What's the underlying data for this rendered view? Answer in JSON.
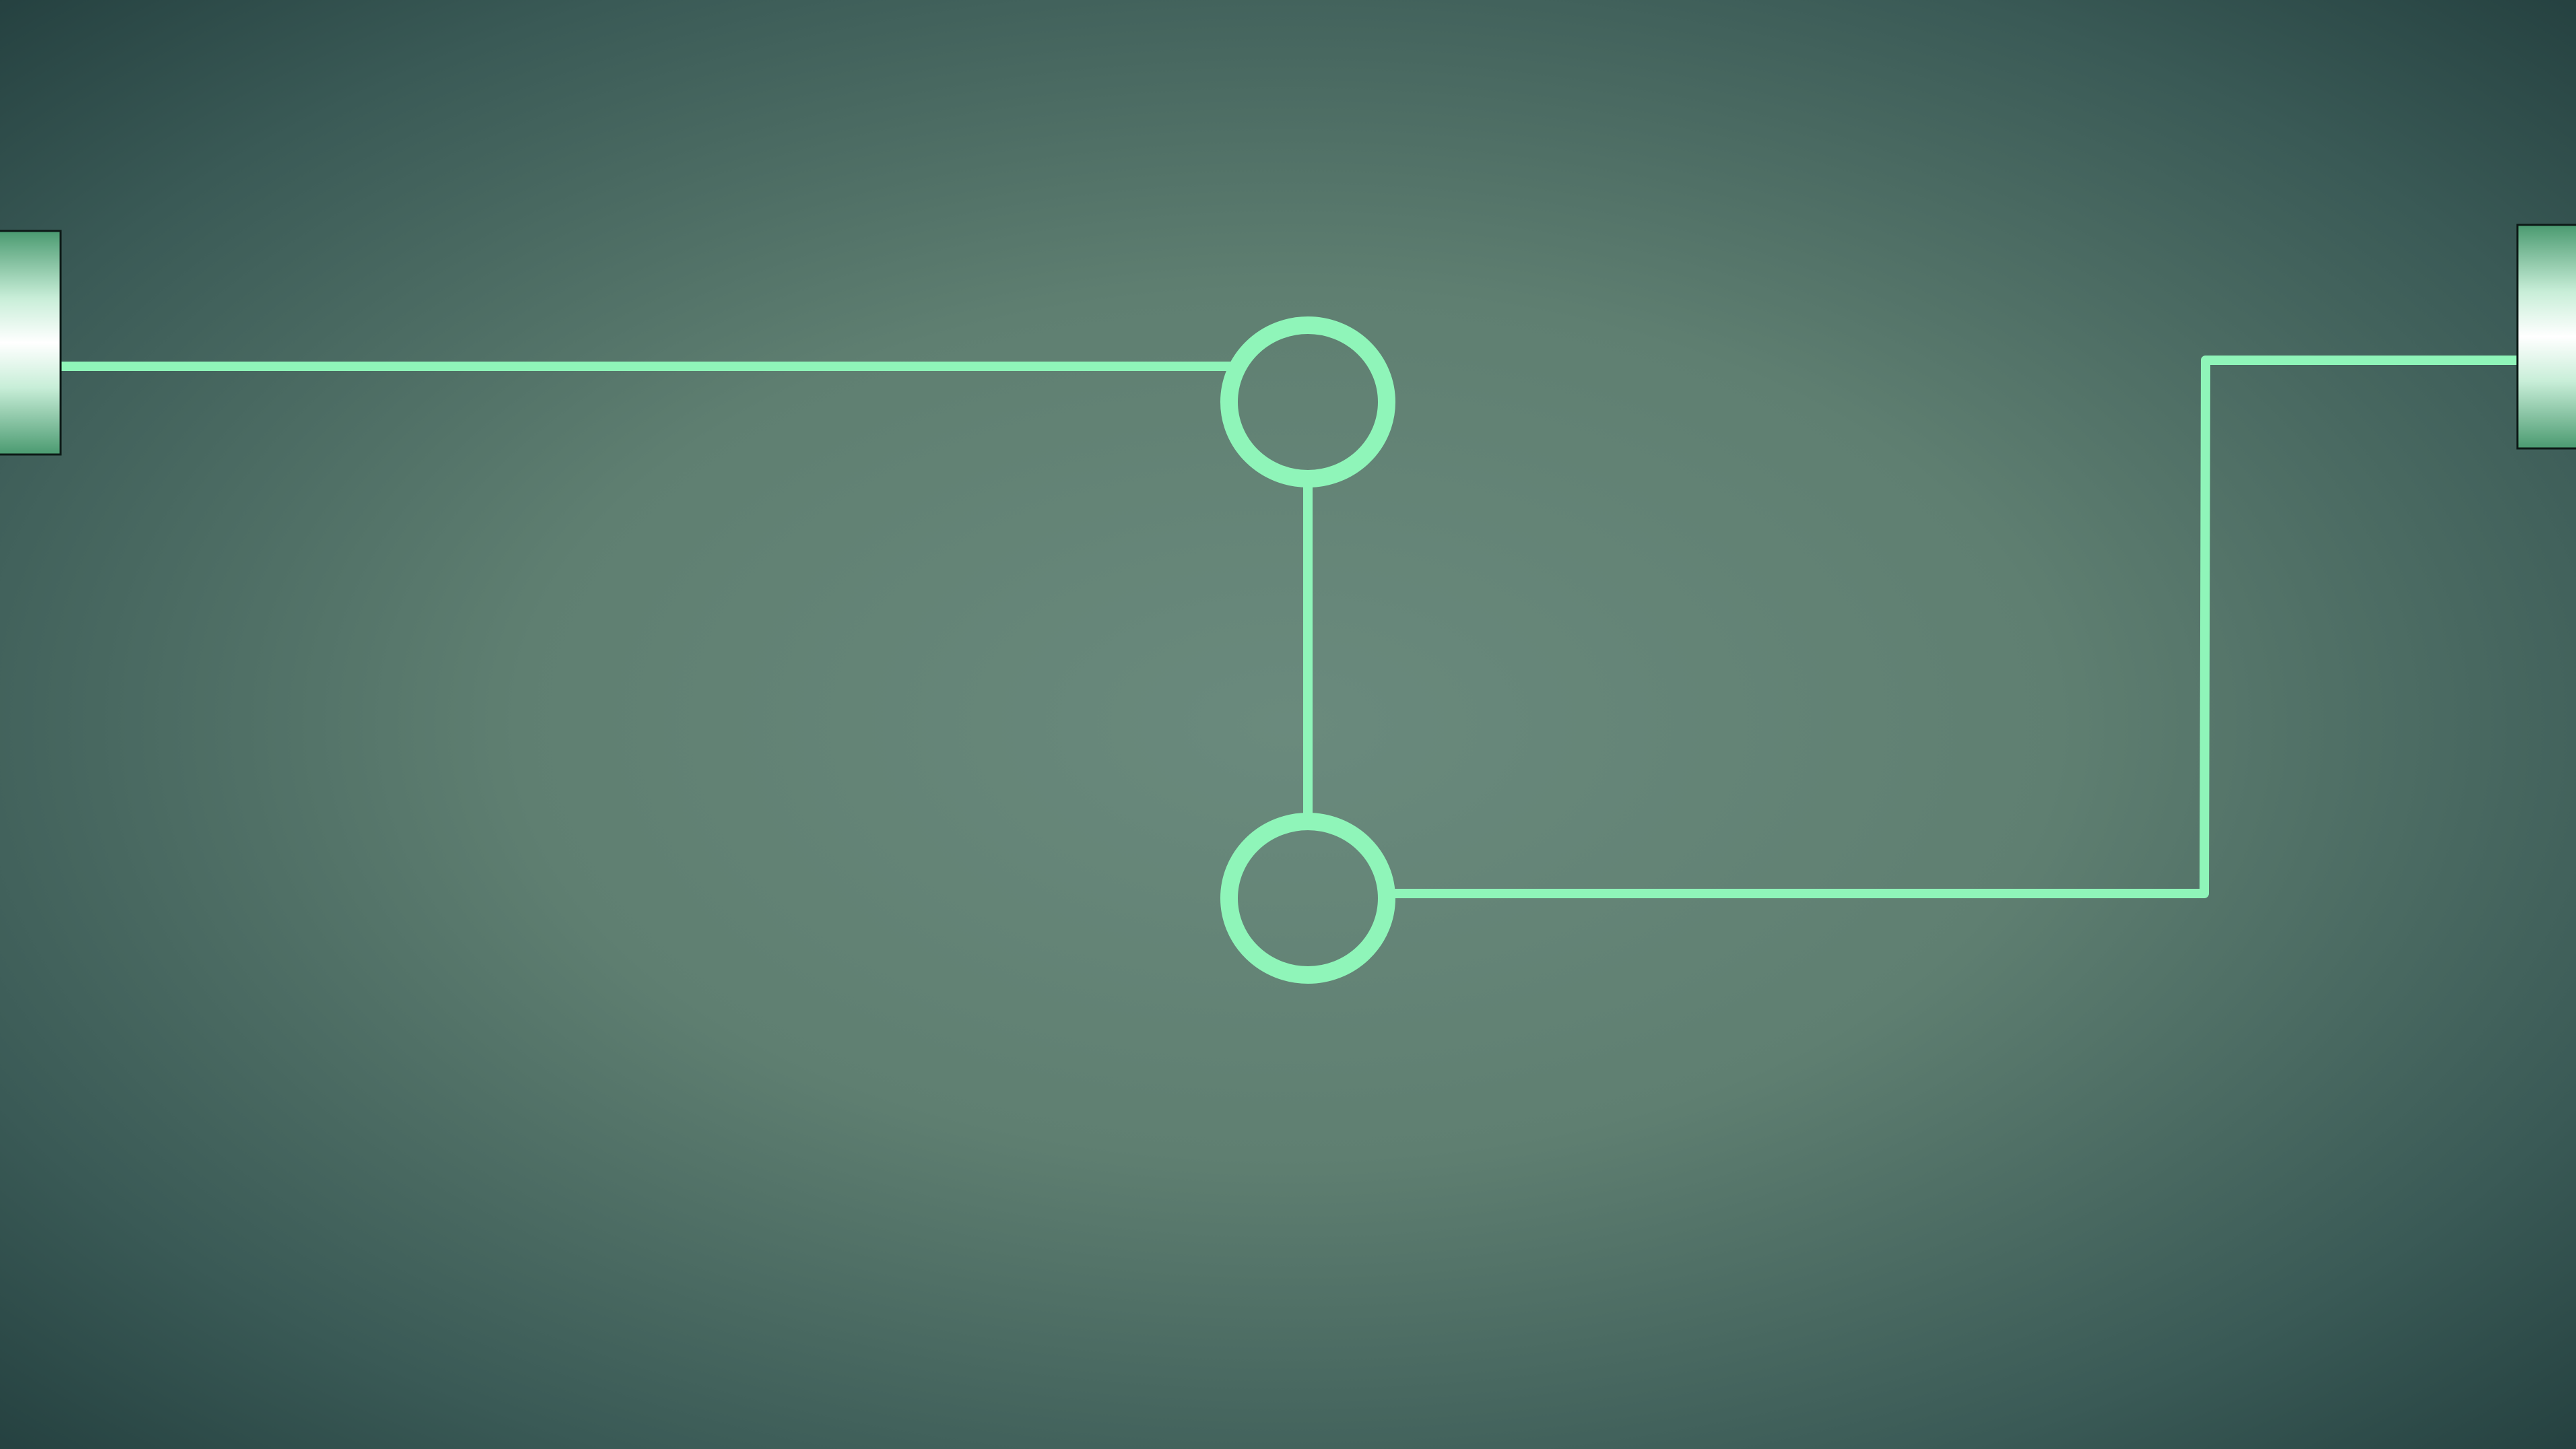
{
  "game": {
    "type": "circuit-connection-puzzle",
    "colors": {
      "wire": "#8ff5b9",
      "background_center": "#6a8a7d",
      "background_edge": "#1f3a3a",
      "terminal_light": "#ffffff",
      "terminal_dark": "#4a9a70",
      "terminal_border": "#0d1a17"
    },
    "terminals": [
      {
        "name": "left-terminal",
        "side": "left"
      },
      {
        "name": "right-terminal",
        "side": "right"
      }
    ],
    "nodes": [
      {
        "name": "node-top",
        "shape": "ring"
      },
      {
        "name": "node-bottom",
        "shape": "ring"
      }
    ],
    "wires": [
      {
        "name": "wire-left-to-node-top",
        "from": "left-terminal",
        "to": "node-top"
      },
      {
        "name": "wire-node-top-to-node-bottom",
        "from": "node-top",
        "to": "node-bottom"
      },
      {
        "name": "wire-node-bottom-to-right-terminal",
        "from": "node-bottom",
        "to": "right-terminal"
      }
    ]
  }
}
